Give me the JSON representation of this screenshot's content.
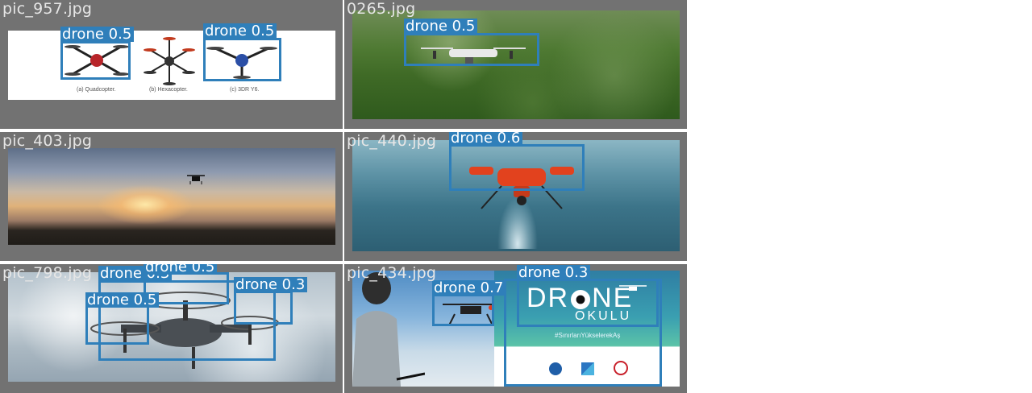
{
  "colors": {
    "box": "#2f7fba",
    "tile_bg": "#727272",
    "label_text": "#ffffff",
    "filename_text": "#e6e6e6"
  },
  "tiles": [
    {
      "filename": "pic_957.jpg",
      "captions": [
        "(a) Quadcopter.",
        "(b) Hexacopter.",
        "(c) 3DR Y6."
      ],
      "detections": [
        {
          "label": "drone 0.5"
        },
        {
          "label": "drone 0.5"
        }
      ]
    },
    {
      "filename": "0265.jpg",
      "detections": [
        {
          "label": "drone 0.5"
        }
      ]
    },
    {
      "filename": "pic_403.jpg",
      "detections": []
    },
    {
      "filename": "pic_440.jpg",
      "detections": [
        {
          "label": "drone 0.6"
        }
      ]
    },
    {
      "filename": "pic_798.jpg",
      "detections": [
        {
          "label": "drone 0.5"
        },
        {
          "label": "drone 0.3"
        },
        {
          "label": "drone 0.3"
        },
        {
          "label": "drone 0.5"
        }
      ]
    },
    {
      "filename": "pic_434.jpg",
      "poster": {
        "title_a": "DR",
        "title_b": "NE",
        "title_c": "OKULU",
        "hashtag": "#SınırlarıYükselerekAş"
      },
      "detections": [
        {
          "label": "drone 0.7"
        },
        {
          "label": "drone 0.3"
        }
      ]
    }
  ]
}
